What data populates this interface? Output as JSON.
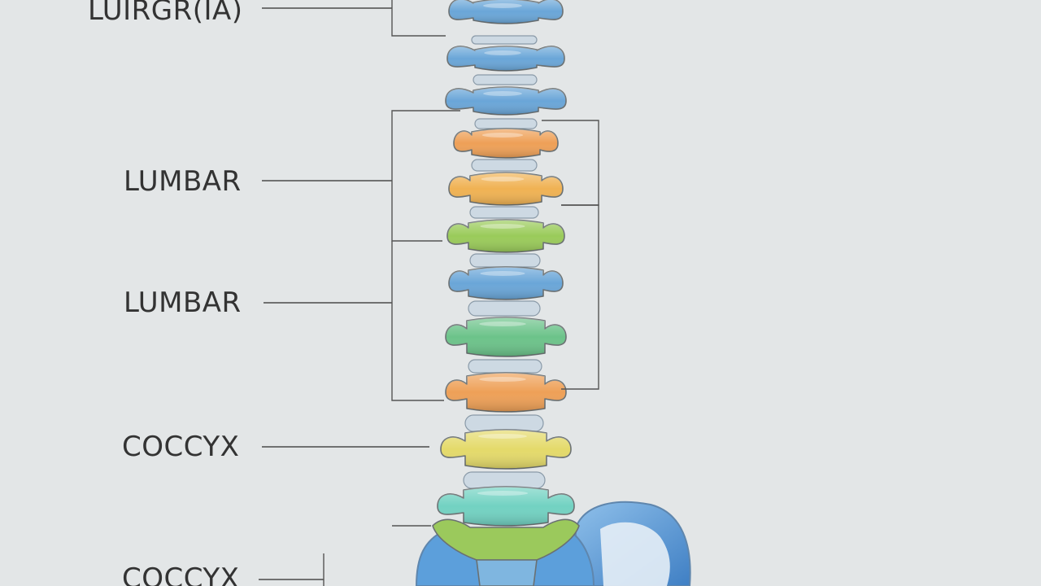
{
  "diagram": {
    "labels": [
      {
        "id": "top",
        "text": "LUIRGR(IA)"
      },
      {
        "id": "lumbar-1",
        "text": "LUMBAR"
      },
      {
        "id": "lumbar-2",
        "text": "LUMBAR"
      },
      {
        "id": "coccyx-1",
        "text": "COCCYX"
      },
      {
        "id": "coccyx-2",
        "text": "COCCYX"
      }
    ],
    "colors": {
      "background": "#e3e6e7",
      "blue_vertebra": "#6aa6d8",
      "orange_vertebra": "#eea057",
      "light_orange_vertebra": "#f0b253",
      "light_green_vertebra": "#9acb5a",
      "green_vertebra": "#6cc38a",
      "yellow_vertebra": "#e4da6a",
      "teal_vertebra": "#72d2c2",
      "pelvis": "#4e8fd0",
      "disc": "#cdd9e3"
    }
  }
}
